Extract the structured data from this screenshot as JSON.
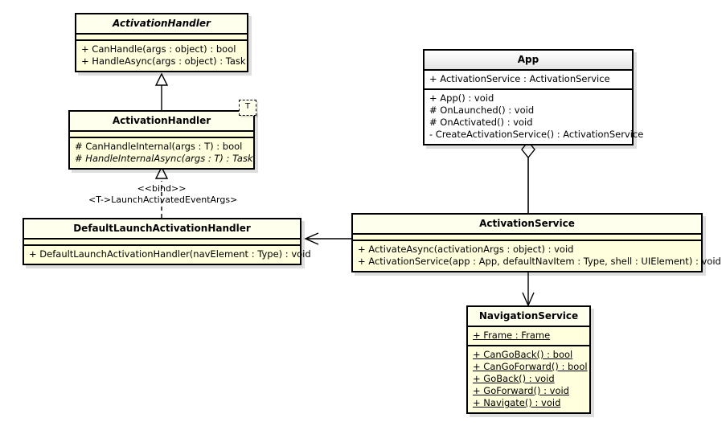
{
  "diagram": {
    "type": "uml-class-diagram",
    "background": "#ffffff",
    "class_fill": "#ffffdd",
    "class_border": "#000000",
    "plain_fill": "#ffffff"
  },
  "classes": {
    "activation_handler_abstract": {
      "name": "ActivationHandler",
      "attributes": [],
      "operations": [
        "+ CanHandle(args : object) : bool",
        "+ HandleAsync(args : object) : Task"
      ]
    },
    "activation_handler_generic": {
      "name": "ActivationHandler",
      "template_param": "T",
      "attributes": [],
      "operations": [
        "# CanHandleInternal(args : T) : bool",
        "# HandleInternalAsync(args : T) : Task"
      ]
    },
    "default_launch_activation_handler": {
      "name": "DefaultLaunchActivationHandler",
      "attributes": [],
      "operations": [
        "+ DefaultLaunchActivationHandler(navElement : Type) : void"
      ]
    },
    "app": {
      "name": "App",
      "attributes": [
        "+ ActivationService : ActivationService"
      ],
      "operations": [
        "+ App() : void",
        "# OnLaunched() : void",
        "# OnActivated() : void",
        "- CreateActivationService() : ActivationService"
      ]
    },
    "activation_service": {
      "name": "ActivationService",
      "attributes": [],
      "operations": [
        "+ ActivateAsync(activationArgs : object) : void",
        "+ ActivationService(app : App, defaultNavItem : Type, shell : UIElement) : void"
      ]
    },
    "navigation_service": {
      "name": "NavigationService",
      "attributes": [
        "+ Frame : Frame"
      ],
      "operations": [
        "+ CanGoBack() : bool",
        "+ CanGoForward() : bool",
        "+ GoBack() : void",
        "+ GoForward() : void",
        "+ Navigate() : void"
      ]
    }
  },
  "edges": {
    "bind_stereotype": "<<bind>>",
    "bind_binding": "<T->LaunchActivatedEventArgs>"
  }
}
